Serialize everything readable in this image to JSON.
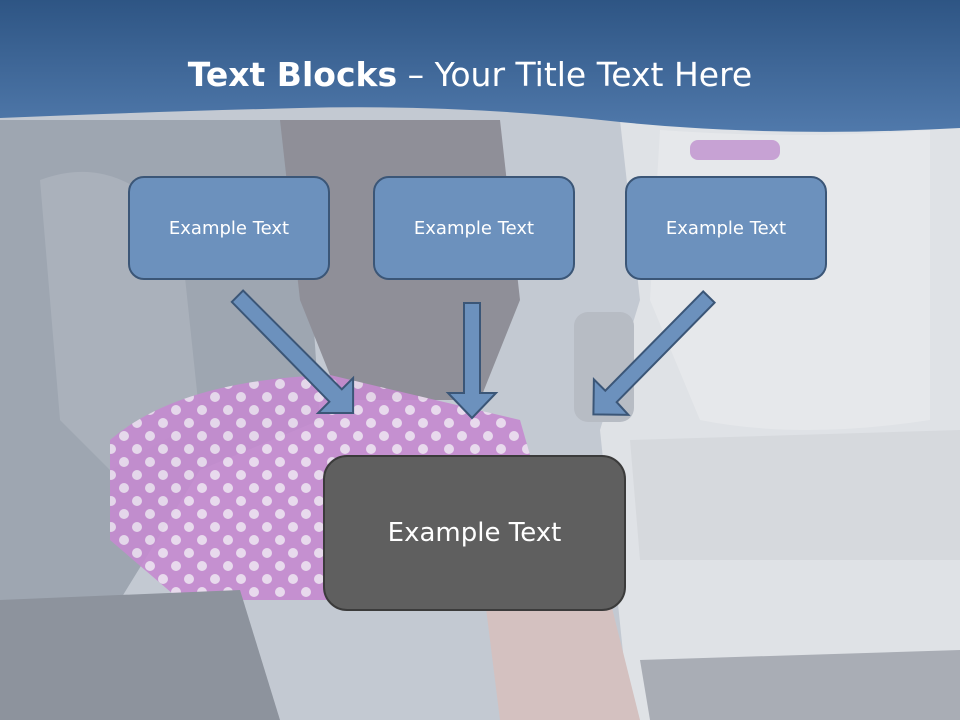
{
  "title": {
    "bold": "Text Blocks",
    "dash": " – ",
    "normal": "Your Title Text Here"
  },
  "blocks": [
    {
      "label": "Example Text"
    },
    {
      "label": "Example Text"
    },
    {
      "label": "Example Text"
    }
  ],
  "main_block": {
    "label": "Example Text"
  },
  "colors": {
    "header_blue": "#3e6795",
    "block_blue": "#6c91bd",
    "block_border": "#3b5677",
    "main_block": "#5f5f5f",
    "arrow_fill": "#6c91bd"
  }
}
